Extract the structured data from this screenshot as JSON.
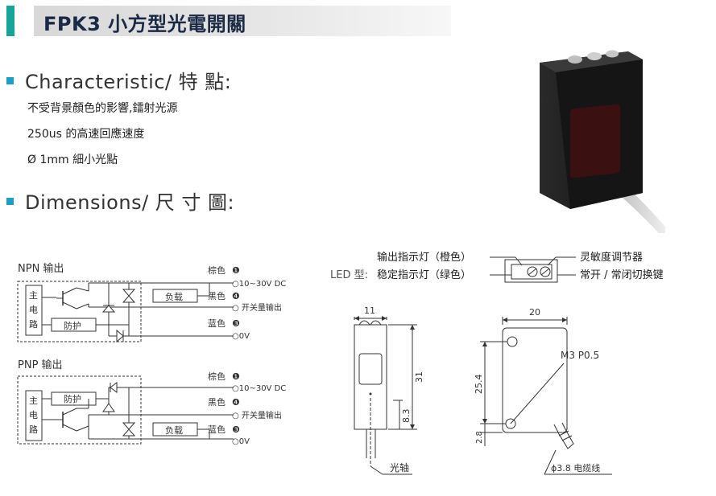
{
  "title": "FPK3 小方型光電開關",
  "characteristic": {
    "heading": "Characteristic/ 特 點:",
    "items": [
      "不受背景顏色的影響,鐳射光源",
      "250us 的高速回應速度",
      "Ø 1mm 細小光點"
    ]
  },
  "dimensions": {
    "heading": "Dimensions/ 尺 寸 圖:"
  },
  "npn": {
    "title": "NPN 输出",
    "main_circuit": [
      "主",
      "电",
      "路"
    ],
    "protect": "防护",
    "load": "负载",
    "wire1_color": "棕色",
    "wire1_num": "❶",
    "wire1_desc": "○10~30V DC",
    "wire2_color": "黑色",
    "wire2_num": "❹",
    "wire2_desc": "○ 开关量输出",
    "wire3_color": "蓝色",
    "wire3_num": "❸",
    "wire3_desc": "○0V"
  },
  "pnp": {
    "title": "PNP 输出",
    "main_circuit": [
      "主",
      "电",
      "路"
    ],
    "protect": "防护",
    "load": "负载",
    "wire1_color": "棕色",
    "wire1_num": "❶",
    "wire1_desc": "○10~30V DC",
    "wire2_color": "黑色",
    "wire2_num": "❹",
    "wire2_desc": "○ 开关量输出",
    "wire3_color": "蓝色",
    "wire3_num": "❸",
    "wire3_desc": "○0V"
  },
  "indicator": {
    "output_led": "输出指示灯（橙色）",
    "led_type": "LED 型:",
    "stable_led": "稳定指示灯（绿色）",
    "sensitivity": "灵敏度调节器",
    "mode_switch": "常开 / 常闭切换键"
  },
  "dims": {
    "front_width": "11",
    "front_height": "31",
    "front_axis_height": "8.3",
    "optical_axis": "光轴",
    "side_width": "20",
    "side_height": "25.4",
    "side_bottom": "2.8",
    "screw": "M3 P0.5",
    "cable": "ϕ3.8 电缆线"
  },
  "colors": {
    "accent": "#17a59a",
    "bullet": "#1aa0c8",
    "title": "#1b2a44"
  }
}
